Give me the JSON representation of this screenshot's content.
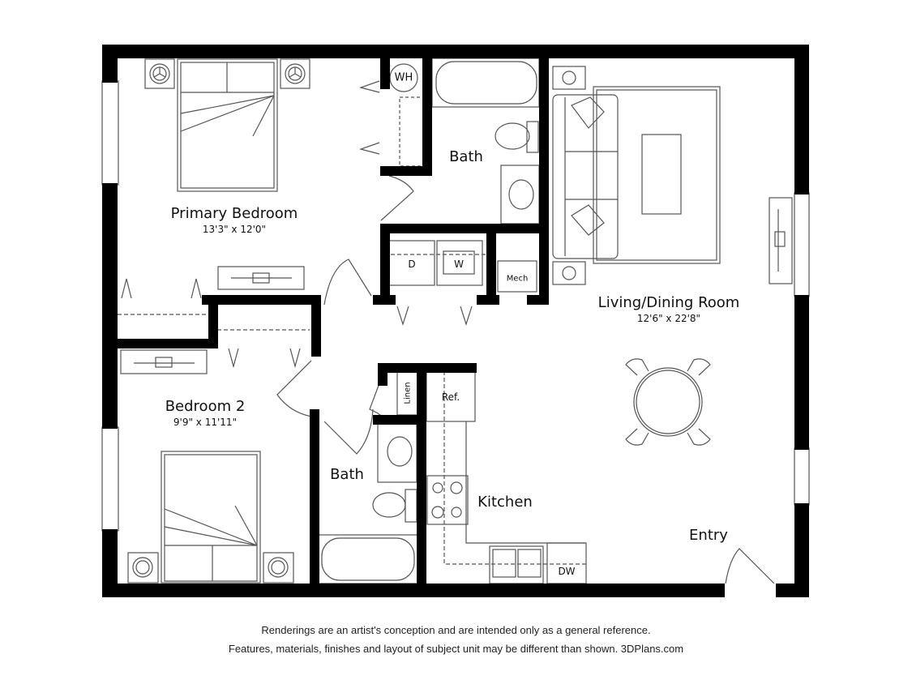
{
  "rooms": {
    "primary_bedroom": {
      "name": "Primary Bedroom",
      "dims": "13'3\" x 12'0\""
    },
    "bath_upper": {
      "name": "Bath"
    },
    "living_dining": {
      "name": "Living/Dining Room",
      "dims": "12'6\" x 22'8\""
    },
    "bedroom2": {
      "name": "Bedroom 2",
      "dims": "9'9\" x 11'11\""
    },
    "bath_lower": {
      "name": "Bath"
    },
    "kitchen": {
      "name": "Kitchen"
    },
    "entry": {
      "name": "Entry"
    }
  },
  "fixtures": {
    "water_heater": "WH",
    "dryer": "D",
    "washer": "W",
    "mech": "Mech",
    "linen": "Linen",
    "refrigerator": "Ref.",
    "dishwasher": "DW"
  },
  "footer": {
    "line1": "Renderings are an artist's conception and are intended only as a general reference.",
    "line2": "Features, materials, finishes and layout of subject unit may be different than shown. 3DPlans.com"
  },
  "colors": {
    "wall": "#000000",
    "line": "#444444",
    "background": "#ffffff"
  }
}
